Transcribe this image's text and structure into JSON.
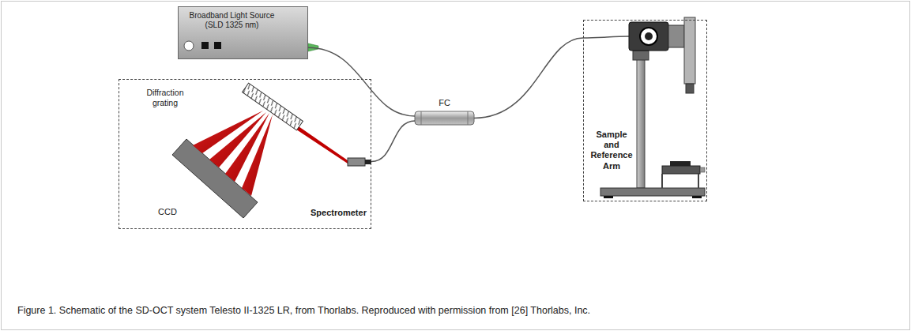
{
  "diagram": {
    "caption": "Figure 1. Schematic of the SD-OCT system Telesto II-1325 LR, from Thorlabs. Reproduced with permission from [26] Thorlabs, Inc.",
    "nodes": [
      {
        "text": [
          "Broadband Light Source (SLD 1325 nm)"
        ]
      },
      {
        "text": [
          "FC"
        ]
      },
      {
        "text": [
          "Sample and Reference Arm"
        ]
      },
      {
        "text": [
          "Spectrometer"
        ]
      }
    ],
    "edges": [
      {
        "from": 0,
        "to": 1,
        "arrow": "none"
      },
      {
        "from": 1,
        "to": 2,
        "arrow": "none"
      },
      {
        "from": 3,
        "to": 1,
        "arrow": "none"
      }
    ],
    "labels": [
      "Diffraction grating",
      "CCD"
    ]
  }
}
